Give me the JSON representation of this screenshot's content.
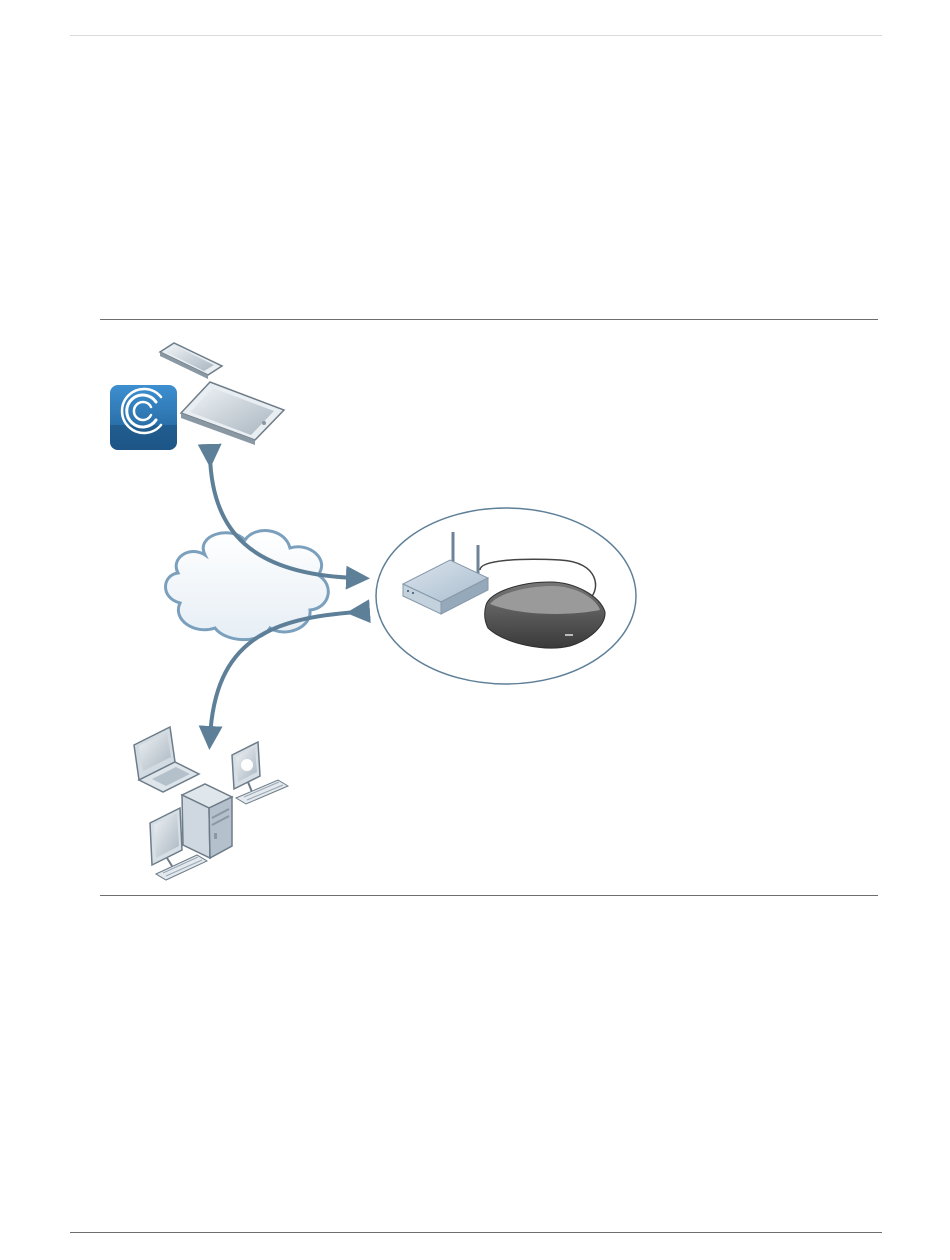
{
  "page": {
    "background": "#ffffff"
  },
  "diagram": {
    "nodes": [
      {
        "id": "app",
        "icon": "seagate-central-app-icon"
      },
      {
        "id": "phone",
        "icon": "smartphone-icon"
      },
      {
        "id": "tablet",
        "icon": "tablet-icon"
      },
      {
        "id": "cloud",
        "icon": "internet-cloud-icon"
      },
      {
        "id": "home-network",
        "icon": "home-network-ellipse"
      },
      {
        "id": "router",
        "icon": "wireless-router-icon"
      },
      {
        "id": "nas",
        "icon": "network-storage-drive-icon"
      },
      {
        "id": "laptop",
        "icon": "laptop-icon"
      },
      {
        "id": "mac",
        "icon": "mac-desktop-icon"
      },
      {
        "id": "pc",
        "icon": "pc-tower-icon"
      }
    ],
    "edges": [
      {
        "from": "home-network",
        "to": "mobile-devices",
        "arrow": "both"
      },
      {
        "from": "home-network",
        "to": "computers",
        "arrow": "both"
      }
    ],
    "colors": {
      "arrow": "#5e7f98",
      "app_icon": "#2a6fa8",
      "router": "#aebfcf",
      "nas": "#4a4a4a",
      "cloud_stroke": "#7aa0bd",
      "ellipse": "#5e7f98"
    }
  }
}
